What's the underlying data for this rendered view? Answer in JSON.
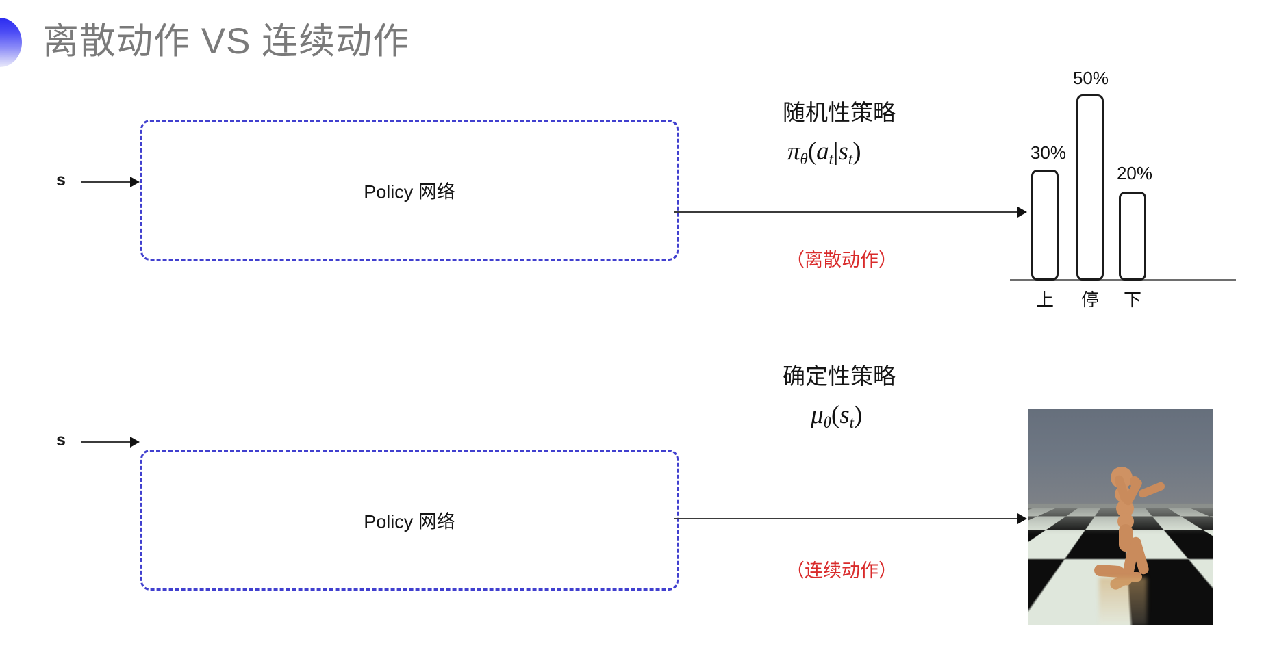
{
  "slide": {
    "title": "离散动作 VS 连续动作",
    "bullet_icon": "gradient-half-circle-bullet",
    "accent_color": "#2b2bf0",
    "title_color": "#7a7a7a",
    "background_color": "#ffffff"
  },
  "rows": [
    {
      "id": "discrete",
      "state_label": "s",
      "box_label": "Policy 网络",
      "box_border_color": "#4140cf",
      "policy_kind": "随机性策略",
      "formula": {
        "symbol": "π",
        "param": "θ",
        "open": "(",
        "arg1": "a",
        "arg1_sub": "t",
        "bar": "|",
        "arg2": "s",
        "arg2_sub": "t",
        "close": ")",
        "plain": "π_θ(a_t|s_t)"
      },
      "action_note": "（离散动作）",
      "action_note_color": "#d92b2b"
    },
    {
      "id": "continuous",
      "state_label": "s",
      "box_label": "Policy 网络",
      "box_border_color": "#4140cf",
      "policy_kind": "确定性策略",
      "formula": {
        "symbol": "μ",
        "param": "θ",
        "open": "(",
        "arg1": "s",
        "arg1_sub": "t",
        "close": ")",
        "plain": "μ_θ(s_t)"
      },
      "action_note": "（连续动作）",
      "action_note_color": "#d92b2b"
    }
  ],
  "chart_data": {
    "type": "bar",
    "title": "",
    "categories": [
      "上",
      "停",
      "下"
    ],
    "values": [
      30,
      50,
      20
    ],
    "value_labels": [
      "30%",
      "50%",
      "20%"
    ],
    "xlabel": "",
    "ylabel": "",
    "ylim": [
      0,
      60
    ],
    "grid": false,
    "legend": "none",
    "bar_fill": "#ffffff",
    "bar_stroke": "#1b1b1b",
    "axis_color": "#6e6e6e"
  },
  "sim_image": {
    "caption": "humanoid-mujoco-screenshot",
    "sky_color": "#6f7884",
    "floor_light": "#dfe7dc",
    "floor_dark": "#0d0d0d",
    "body_color": "#cf9263"
  }
}
